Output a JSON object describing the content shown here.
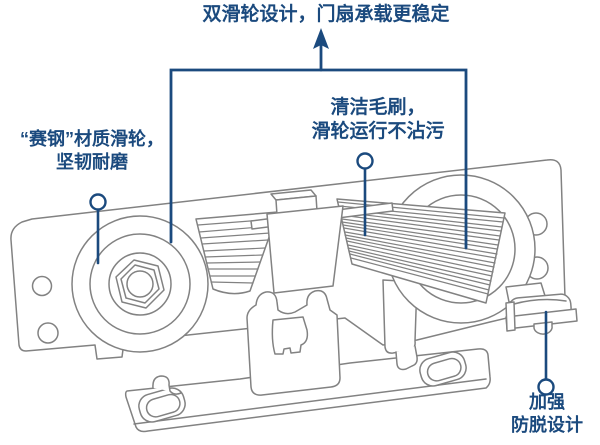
{
  "colors": {
    "callout_blue": "#1B4A7E",
    "drawing_gray": "#828282",
    "background": "#FFFFFF"
  },
  "labels": {
    "top": {
      "text": "双滑轮设计，门扇承载更稳定"
    },
    "brush": {
      "line1": "清洁毛刷，",
      "line2": "滑轮运行不沾污"
    },
    "material": {
      "line1": "“赛钢”材质滑轮，",
      "line2": "坚韧耐磨"
    },
    "antidrop": {
      "line1": "加强",
      "line2": "防脱设计"
    }
  },
  "callout_markers": {
    "top_marker": "arrow-up",
    "brush_marker": "circle",
    "material_marker": "circle",
    "antidrop_marker": "circle"
  },
  "illustration": {
    "name": "double-roller-hanger-line-drawing",
    "parts": [
      "back-plate",
      "left-roller",
      "right-roller",
      "cleaning-brush-left",
      "cleaning-brush-right",
      "center-clamp",
      "center-plate",
      "hanging-clip",
      "base-plate",
      "anti-drop-stopper"
    ]
  }
}
